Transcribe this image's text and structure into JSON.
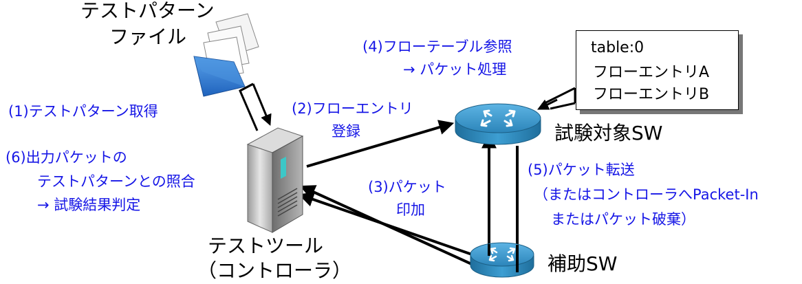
{
  "colors": {
    "annotation_text": "#1515e6",
    "label_text": "#000000",
    "arrow": "#000000",
    "folder": "#2e7bd6",
    "router": "#2f8fc1",
    "server": "#c4c4c4",
    "table_shadow": "#777777"
  },
  "icons": {
    "test_pattern_file": "folder-with-papers-icon",
    "test_tool": "server-tower-icon",
    "target_switch": "network-switch-icon",
    "aux_switch": "network-switch-icon"
  },
  "nodes": {
    "test_pattern_file": {
      "label_lines": [
        "テストパターン",
        "ファイル"
      ]
    },
    "test_tool": {
      "label_lines": [
        "テストツール",
        "（コントローラ）"
      ]
    },
    "target_switch": {
      "label": "試験対象SW"
    },
    "aux_switch": {
      "label": "補助SW"
    }
  },
  "flow_table": {
    "title": "table:0",
    "entries": [
      "フローエントリA",
      "フローエントリB"
    ]
  },
  "steps": {
    "s1": [
      "(1)テストパターン取得"
    ],
    "s2": [
      "(2)フローエントリ",
      "登録"
    ],
    "s3": [
      "(3)パケット",
      "印加"
    ],
    "s4": [
      "(4)フローテーブル参照",
      "→ パケット処理"
    ],
    "s5": [
      "(5)パケット転送",
      "（またはコントローラへPacket-In",
      "またはパケット破棄）"
    ],
    "s6": [
      "(6)出力パケットの",
      "テストパターンとの照合",
      "→ 試験結果判定"
    ]
  }
}
